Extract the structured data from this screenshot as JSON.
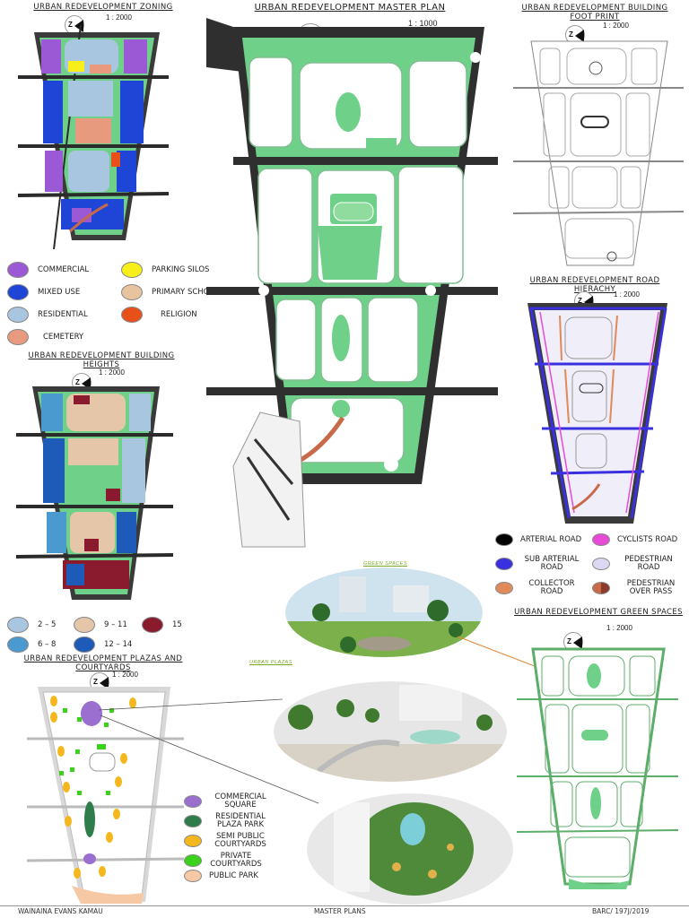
{
  "titles": {
    "zoning": "URBAN REDEVELOPMENT ZONING",
    "master": "URBAN REDEVELOPMENT MASTER PLAN",
    "footprint": "URBAN REDEVELOPMENT BUILDING FOOT PRINT",
    "road": "URBAN REDEVELOPMENT ROAD HIERACHY",
    "heights": "URBAN REDEVELOPMENT BUILDING HEIGHTS",
    "plazas": "URBAN REDEVELOPMENT PLAZAS AND COURTYARDS",
    "green": "URBAN REDEVELOPMENT GREEN SPACES"
  },
  "scales": {
    "zoning": "1 : 2000",
    "master": "1 : 1000",
    "footprint": "1 : 2000",
    "road": "1 : 2000",
    "heights": "1 : 2000",
    "plazas": "1 : 2000",
    "green": "1 : 2000"
  },
  "north_label": "Z",
  "zoning_legend": [
    {
      "label": "COMMERCIAL",
      "color": "#9b59d6"
    },
    {
      "label": "PARKING SILOS",
      "color": "#f7ef1a"
    },
    {
      "label": "MIXED USE",
      "color": "#1f45d6"
    },
    {
      "label": "PRIMARY SCHOOL",
      "color": "#e8c49e"
    },
    {
      "label": "RESIDENTIAL",
      "color": "#a9c6e0"
    },
    {
      "label": "RELIGION",
      "color": "#e8501a"
    },
    {
      "label": "CEMETERY",
      "color": "#e89a7e"
    }
  ],
  "heights_legend": [
    {
      "label": "2 – 5",
      "color": "#a9c6e0"
    },
    {
      "label": "9 – 11",
      "color": "#e6c6a8"
    },
    {
      "label": "15",
      "color": "#8a1a2e"
    },
    {
      "label": "6 – 8",
      "color": "#4a9ad0"
    },
    {
      "label": "12 – 14",
      "color": "#1e5bb8"
    }
  ],
  "road_legend": [
    {
      "label": "ARTERIAL ROAD",
      "color": "#000000"
    },
    {
      "label": "CYCLISTS ROAD",
      "color": "#e84ad8"
    },
    {
      "label": "SUB ARTERIAL ROAD",
      "color": "#3a30e0"
    },
    {
      "label": "PEDESTRIAN ROAD",
      "color": "#dcd8f2"
    },
    {
      "label": "COLLECTOR ROAD",
      "color": "#e08a5a"
    },
    {
      "label": "PEDESTRIAN OVER PASS",
      "color": "#c86a4a"
    }
  ],
  "plaza_legend": [
    {
      "label": "COMMERCIAL SQUARE",
      "color": "#9b6fd0"
    },
    {
      "label": "RESIDENTIAL PLAZA PARK",
      "color": "#2e7d4a"
    },
    {
      "label": "SEMI PUBLIC COURTYARDS",
      "color": "#f4b81e"
    },
    {
      "label": "PRIVATE COURTYARDS",
      "color": "#3ad21a"
    },
    {
      "label": "PUBLIC PARK",
      "color": "#f7c8a4"
    }
  ],
  "photo_labels": {
    "green_spaces": "GREEN SPACES",
    "urban_plazas": "URBAN  PLAZAS"
  },
  "footer": {
    "author": "WAINAINA  EVANS  KAMAU",
    "sheet": "MASTER PLANS",
    "code": "BARC/ 197J/2019"
  },
  "colors": {
    "road": "#2b2b2b",
    "green": "#6fd08a",
    "block": "#ffffff"
  }
}
